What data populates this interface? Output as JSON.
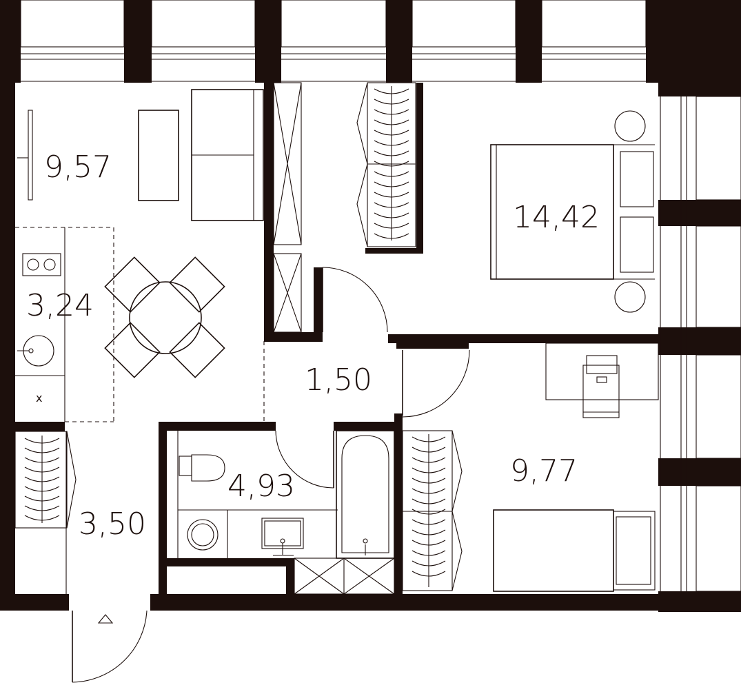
{
  "rooms": [
    {
      "id": "living",
      "area": "9,57"
    },
    {
      "id": "kitchen",
      "area": "3,24"
    },
    {
      "id": "bedroom",
      "area": "14,42"
    },
    {
      "id": "corridor",
      "area": "1,50"
    },
    {
      "id": "bathroom",
      "area": "4,93"
    },
    {
      "id": "hall",
      "area": "3,50"
    },
    {
      "id": "bedroom-2",
      "area": "9,77"
    }
  ],
  "markers": {
    "kitchen_appliance": "x"
  }
}
